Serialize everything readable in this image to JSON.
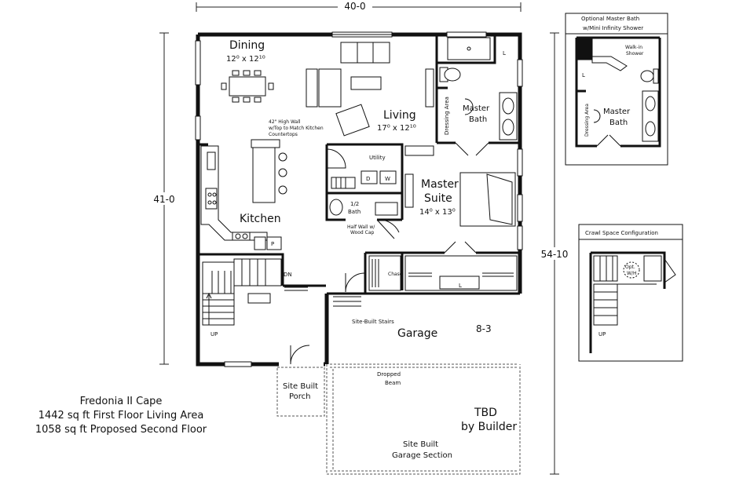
{
  "plan": {
    "dim_width": "40-0",
    "dim_height_left": "41-0",
    "dim_height_right": "54-10",
    "dim_garage": "8-3",
    "rooms": {
      "dining": "Dining",
      "dining_size": "12⁰ x 12¹⁰",
      "living": "Living",
      "living_size": "17⁰ x 12¹⁰",
      "kitchen": "Kitchen",
      "utility": "Utility",
      "half_bath_1": "1/2",
      "half_bath_2": "Bath",
      "master_bath_1": "Master",
      "master_bath_2": "Bath",
      "master_suite_1": "Master",
      "master_suite_2": "Suite",
      "master_suite_size": "14⁰ x 13⁰",
      "garage": "Garage",
      "porch_1": "Site Built",
      "porch_2": "Porch",
      "garage_section_1": "Site Built",
      "garage_section_2": "Garage Section",
      "tbd_1": "TBD",
      "tbd_2": "by Builder"
    },
    "notes": {
      "wall_1": "42\" High Wall",
      "wall_2": "w/Top to Match Kitchen",
      "wall_3": "Countertops",
      "half_wall_1": "Half Wall w/",
      "half_wall_2": "Wood Cap",
      "stairs": "Site-Built Stairs",
      "beam_1": "Dropped",
      "beam_2": "Beam",
      "dressing": "Dressing Area",
      "chase": "Chase",
      "dn": "DN",
      "up": "UP",
      "pantry": "P",
      "linen": "L",
      "dryer": "D",
      "washer": "W"
    }
  },
  "optional_bath": {
    "title_1": "Optional Master Bath",
    "title_2": "w/Mini Infinity Shower",
    "walk_in_1": "Walk-in",
    "walk_in_2": "Shower",
    "dressing": "Dressing Area",
    "room_1": "Master",
    "room_2": "Bath",
    "linen": "L"
  },
  "crawl": {
    "title": "Crawl Space Configuration",
    "opt_1": "Opt.",
    "opt_2": "W/H",
    "up": "UP"
  },
  "info": {
    "line1": "Fredonia II Cape",
    "line2": "1442 sq ft First Floor Living Area",
    "line3": "1058 sq ft Proposed Second Floor"
  }
}
